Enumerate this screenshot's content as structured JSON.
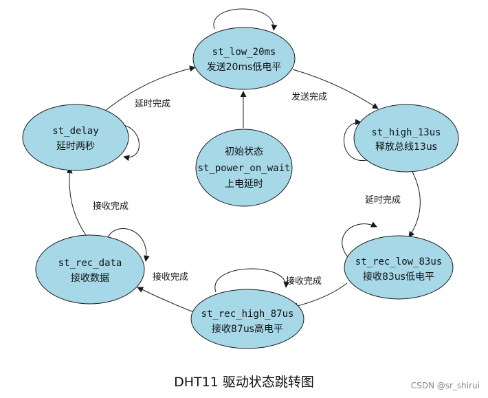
{
  "diagram": {
    "nodes": [
      {
        "id": "low20",
        "line1": "st_low_20ms",
        "line2": "发送20ms低电平"
      },
      {
        "id": "high13",
        "line1": "st_high_13us",
        "line2": "释放总线13us"
      },
      {
        "id": "low83",
        "line1": "st_rec_low_83us",
        "line2": "接收83us低电平"
      },
      {
        "id": "high87",
        "line1": "st_rec_high_87us",
        "line2": "接收87us高电平"
      },
      {
        "id": "recdata",
        "line1": "st_rec_data",
        "line2": "接收数据"
      },
      {
        "id": "delay",
        "line1": "st_delay",
        "line2": "延时两秒"
      },
      {
        "id": "power",
        "line1": "初始状态",
        "line2": "st_power_on_wait",
        "line3": "上电延时"
      }
    ],
    "edges": [
      {
        "from": "low20",
        "to": "high13",
        "label": "发送完成"
      },
      {
        "from": "high13",
        "to": "low83",
        "label": "延时完成"
      },
      {
        "from": "low83",
        "to": "high87",
        "label": "接收完成"
      },
      {
        "from": "high87",
        "to": "recdata",
        "label": "接收完成"
      },
      {
        "from": "recdata",
        "to": "delay",
        "label": "接收完成"
      },
      {
        "from": "delay",
        "to": "low20",
        "label": "延时完成"
      },
      {
        "from": "power",
        "to": "low20",
        "label": ""
      }
    ]
  },
  "caption": "DHT11 驱动状态跳转图",
  "watermark": "CSDN @sr_shirui"
}
